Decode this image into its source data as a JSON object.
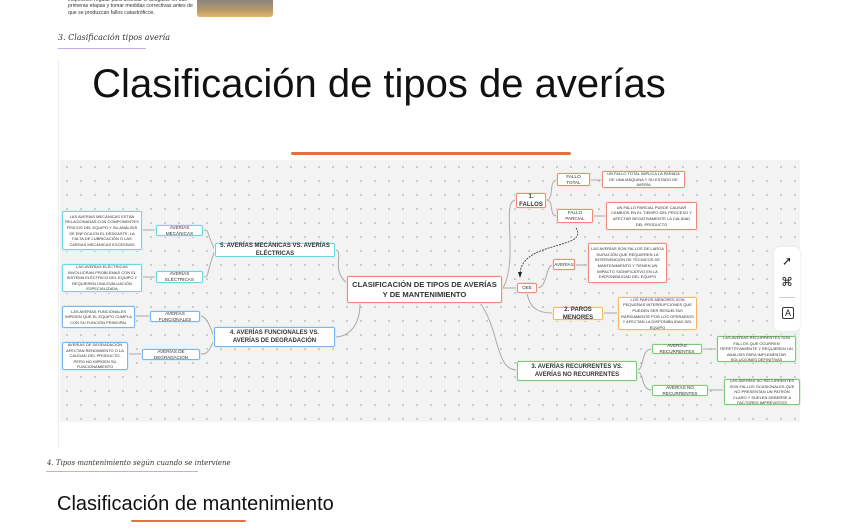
{
  "top_snippet": {
    "text": "inspección regular para detectar el desgaste en sus primeras etapas y tomar medidas correctivas antes de que se produzcan fallos catastróficos."
  },
  "handwritten_note_1": "3. Clasificación tipos avería",
  "slide": {
    "title": "Clasificación de tipos de averías"
  },
  "mindmap": {
    "center": "CLASIFICACIÓN DE TIPOS DE AVERÍAS Y DE MANTENIMIENTO",
    "fallos": {
      "label": "1. FALLOS",
      "total": {
        "label": "FALLO TOTAL",
        "desc": "Un fallo total implica la parada de una máquina y su estado de avería"
      },
      "parcial": {
        "label": "FALLO PARCIAL",
        "desc": "Un fallo parcial puede causar cambios en el tiempo del proceso y afectar negativamente la calidad del producto"
      }
    },
    "oee": {
      "label": "OEE",
      "averias": {
        "label": "AVERÍAS",
        "desc": "Las averías son fallos de larga duración que requieren la intervención de técnicos de mantenimiento y tienen un impacto significativo en la disponibilidad del equipo"
      },
      "paros": {
        "label": "2. PAROS MENORES",
        "desc": "Los paros menores son pequeñas interrupciones que pueden ser resueltas rápidamente por los operarios y afectan la disponibilidad del equipo"
      }
    },
    "recurrentes": {
      "label": "3. AVERÍAS RECURRENTES VS. AVERÍAS NO RECURRENTES",
      "rec": {
        "label": "AVERÍAS RECURRENTES",
        "desc": "Las averías recurrentes son fallos que ocurren repetitivamente y requieren un análisis para implementar soluciones definitivas"
      },
      "norec": {
        "label": "AVERÍAS NO RECURRENTES",
        "desc": "Las averías no recurrentes son fallos ocasionales que no presentan un patrón claro y suelen deberse a factores imprevistos"
      }
    },
    "funcionales": {
      "label": "4. AVERÍAS FUNCIONALES VS. AVERÍAS DE DEGRADACIÓN",
      "func": {
        "label": "AVERÍAS FUNCIONALES",
        "desc": "Las averías funcionales impiden que el equipo cumpla con su función principal"
      },
      "degr": {
        "label": "AVERÍAS DE DEGRADACIÓN",
        "desc": "Averías de degradación afectan rendimiento o la calidad del producto, pero no impiden su funcionamiento"
      }
    },
    "mecanicas": {
      "label": "5. AVERÍAS MECÁNICAS VS. AVERÍAS ELÉCTRICAS",
      "mec": {
        "label": "AVERÍAS MECÁNICAS",
        "desc": "Las averías mecánicas están relacionadas con componentes físicos del equipo y su análisis se enfoca en el desgaste, la falta de lubricación o las cargas mecánicas excesivas"
      },
      "ele": {
        "label": "AVERÍAS ELÉCTRICAS",
        "desc": "Las averías eléctricas involucran problemas con el sistema eléctrico del equipo y requieren una evaluación especializada"
      }
    }
  },
  "toolbar": {
    "icons": [
      "cursor-icon",
      "command-icon",
      "translate-icon"
    ]
  },
  "handwritten_note_2": "4. Tipos mantenimiento según cuando se interviene",
  "section_title": "Clasificación de mantenimiento",
  "colors": {
    "accent_underline": "#e8703a",
    "handwriting_underline": "#c9a8ee",
    "fallos": "#f08a7a",
    "paros": "#f5b866",
    "recurrentes": "#7cc97c",
    "funcionales": "#7ab6ea",
    "mecanicas": "#6fd6df"
  }
}
